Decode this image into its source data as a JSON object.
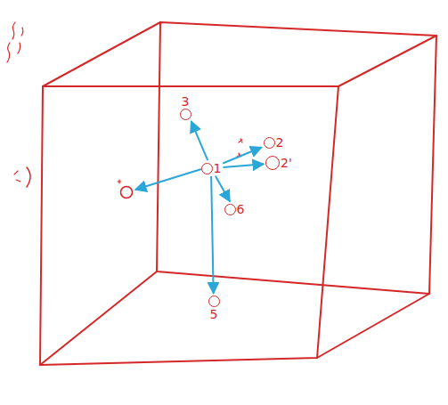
{
  "diagram": {
    "nodes": [
      {
        "text": [
          "1"
        ]
      },
      {
        "text": [
          "3"
        ]
      },
      {
        "text": [
          "2"
        ]
      },
      {
        "text": [
          "2'"
        ]
      },
      {
        "text": [
          "6"
        ]
      },
      {
        "text": [
          "5"
        ]
      }
    ],
    "edges": [
      {
        "from": 0,
        "to": 1,
        "arrow": "to"
      },
      {
        "from": 0,
        "to": 2,
        "arrow": "to"
      },
      {
        "from": 0,
        "to": 3,
        "arrow": "to"
      },
      {
        "from": 0,
        "to": 4,
        "arrow": "to"
      },
      {
        "from": 0,
        "to": 5,
        "arrow": "to"
      }
    ]
  }
}
